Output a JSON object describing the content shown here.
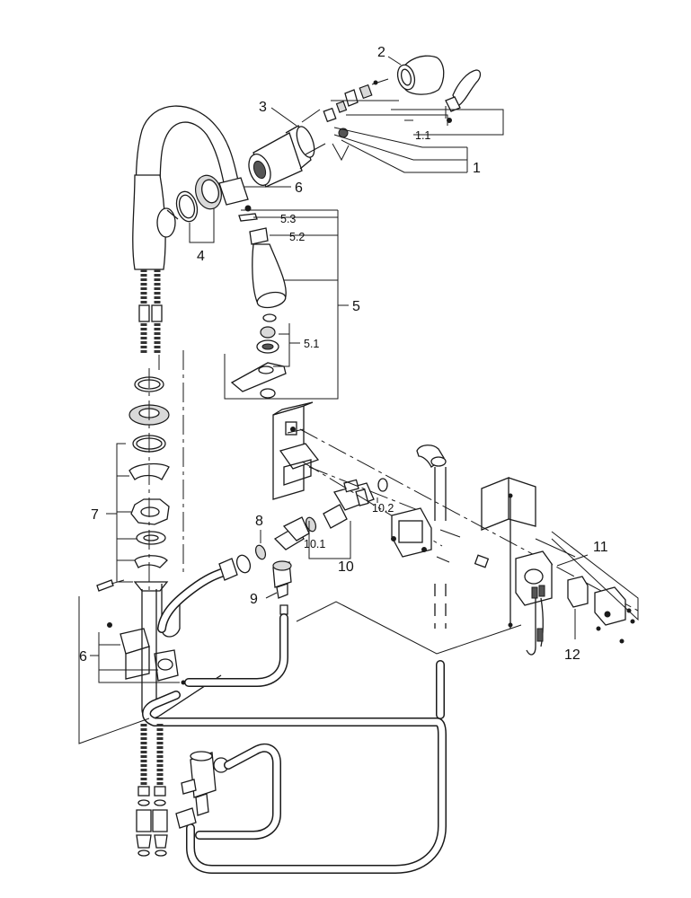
{
  "labels": {
    "l1": "1",
    "l1_1": "1.1",
    "l2": "2",
    "l3": "3",
    "l4": "4",
    "l5": "5",
    "l5_1": "5.1",
    "l5_2": "5.2",
    "l5_3": "5.3",
    "l6_top": "6",
    "l6_mid": "6",
    "l7": "7",
    "l8": "8",
    "l9": "9",
    "l10": "10",
    "l10_1": "10.1",
    "l10_2": "10.2",
    "l11": "11",
    "l12": "12"
  }
}
